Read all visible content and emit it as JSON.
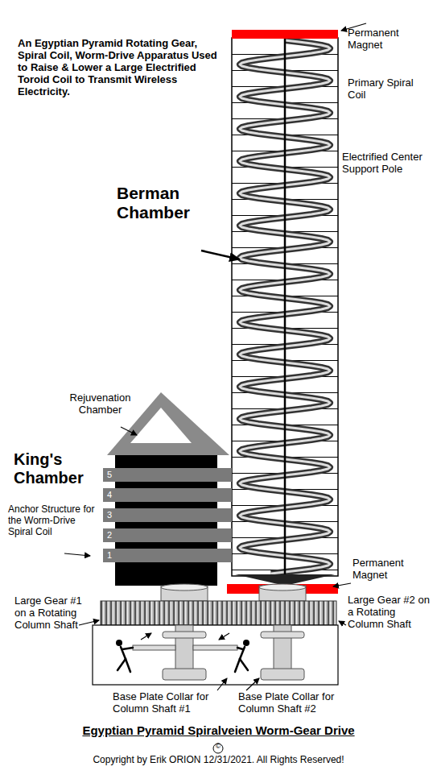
{
  "diagram": {
    "title": "Egyptian Pyramid Spiralveien Worm-Gear Drive",
    "caption": "Copyright by Erik ORION 12/31/2021. All Rights Reserved!",
    "nodes": [
      {
        "text": [
          "5"
        ]
      },
      {
        "text": [
          "4"
        ]
      },
      {
        "text": [
          "3"
        ]
      },
      {
        "text": [
          "2"
        ]
      },
      {
        "text": [
          "1"
        ]
      }
    ],
    "edges": [],
    "labels": [
      "An Egyptian Pyramid Rotating Gear, Spiral Coil, Worm-Drive Apparatus Used to Raise & Lower a Large Electrified Toroid Coil to Transmit Wireless Electricity.",
      "Permanent Magnet",
      "Primary Spiral Coil",
      "Electrified Center Support Pole",
      "Berman Chamber",
      "Rejuvenation Chamber",
      "King's Chamber",
      "Anchor Structure for the Worm-Drive Spiral Coil",
      "Permanent Magnet",
      "Large Gear #1 on a Rotating Column Shaft",
      "Large Gear #2 on a Rotating Column Shaft",
      "Base Plate Collar for Column Shaft #1",
      "Base Plate Collar for Column Shaft #2",
      "©"
    ]
  }
}
